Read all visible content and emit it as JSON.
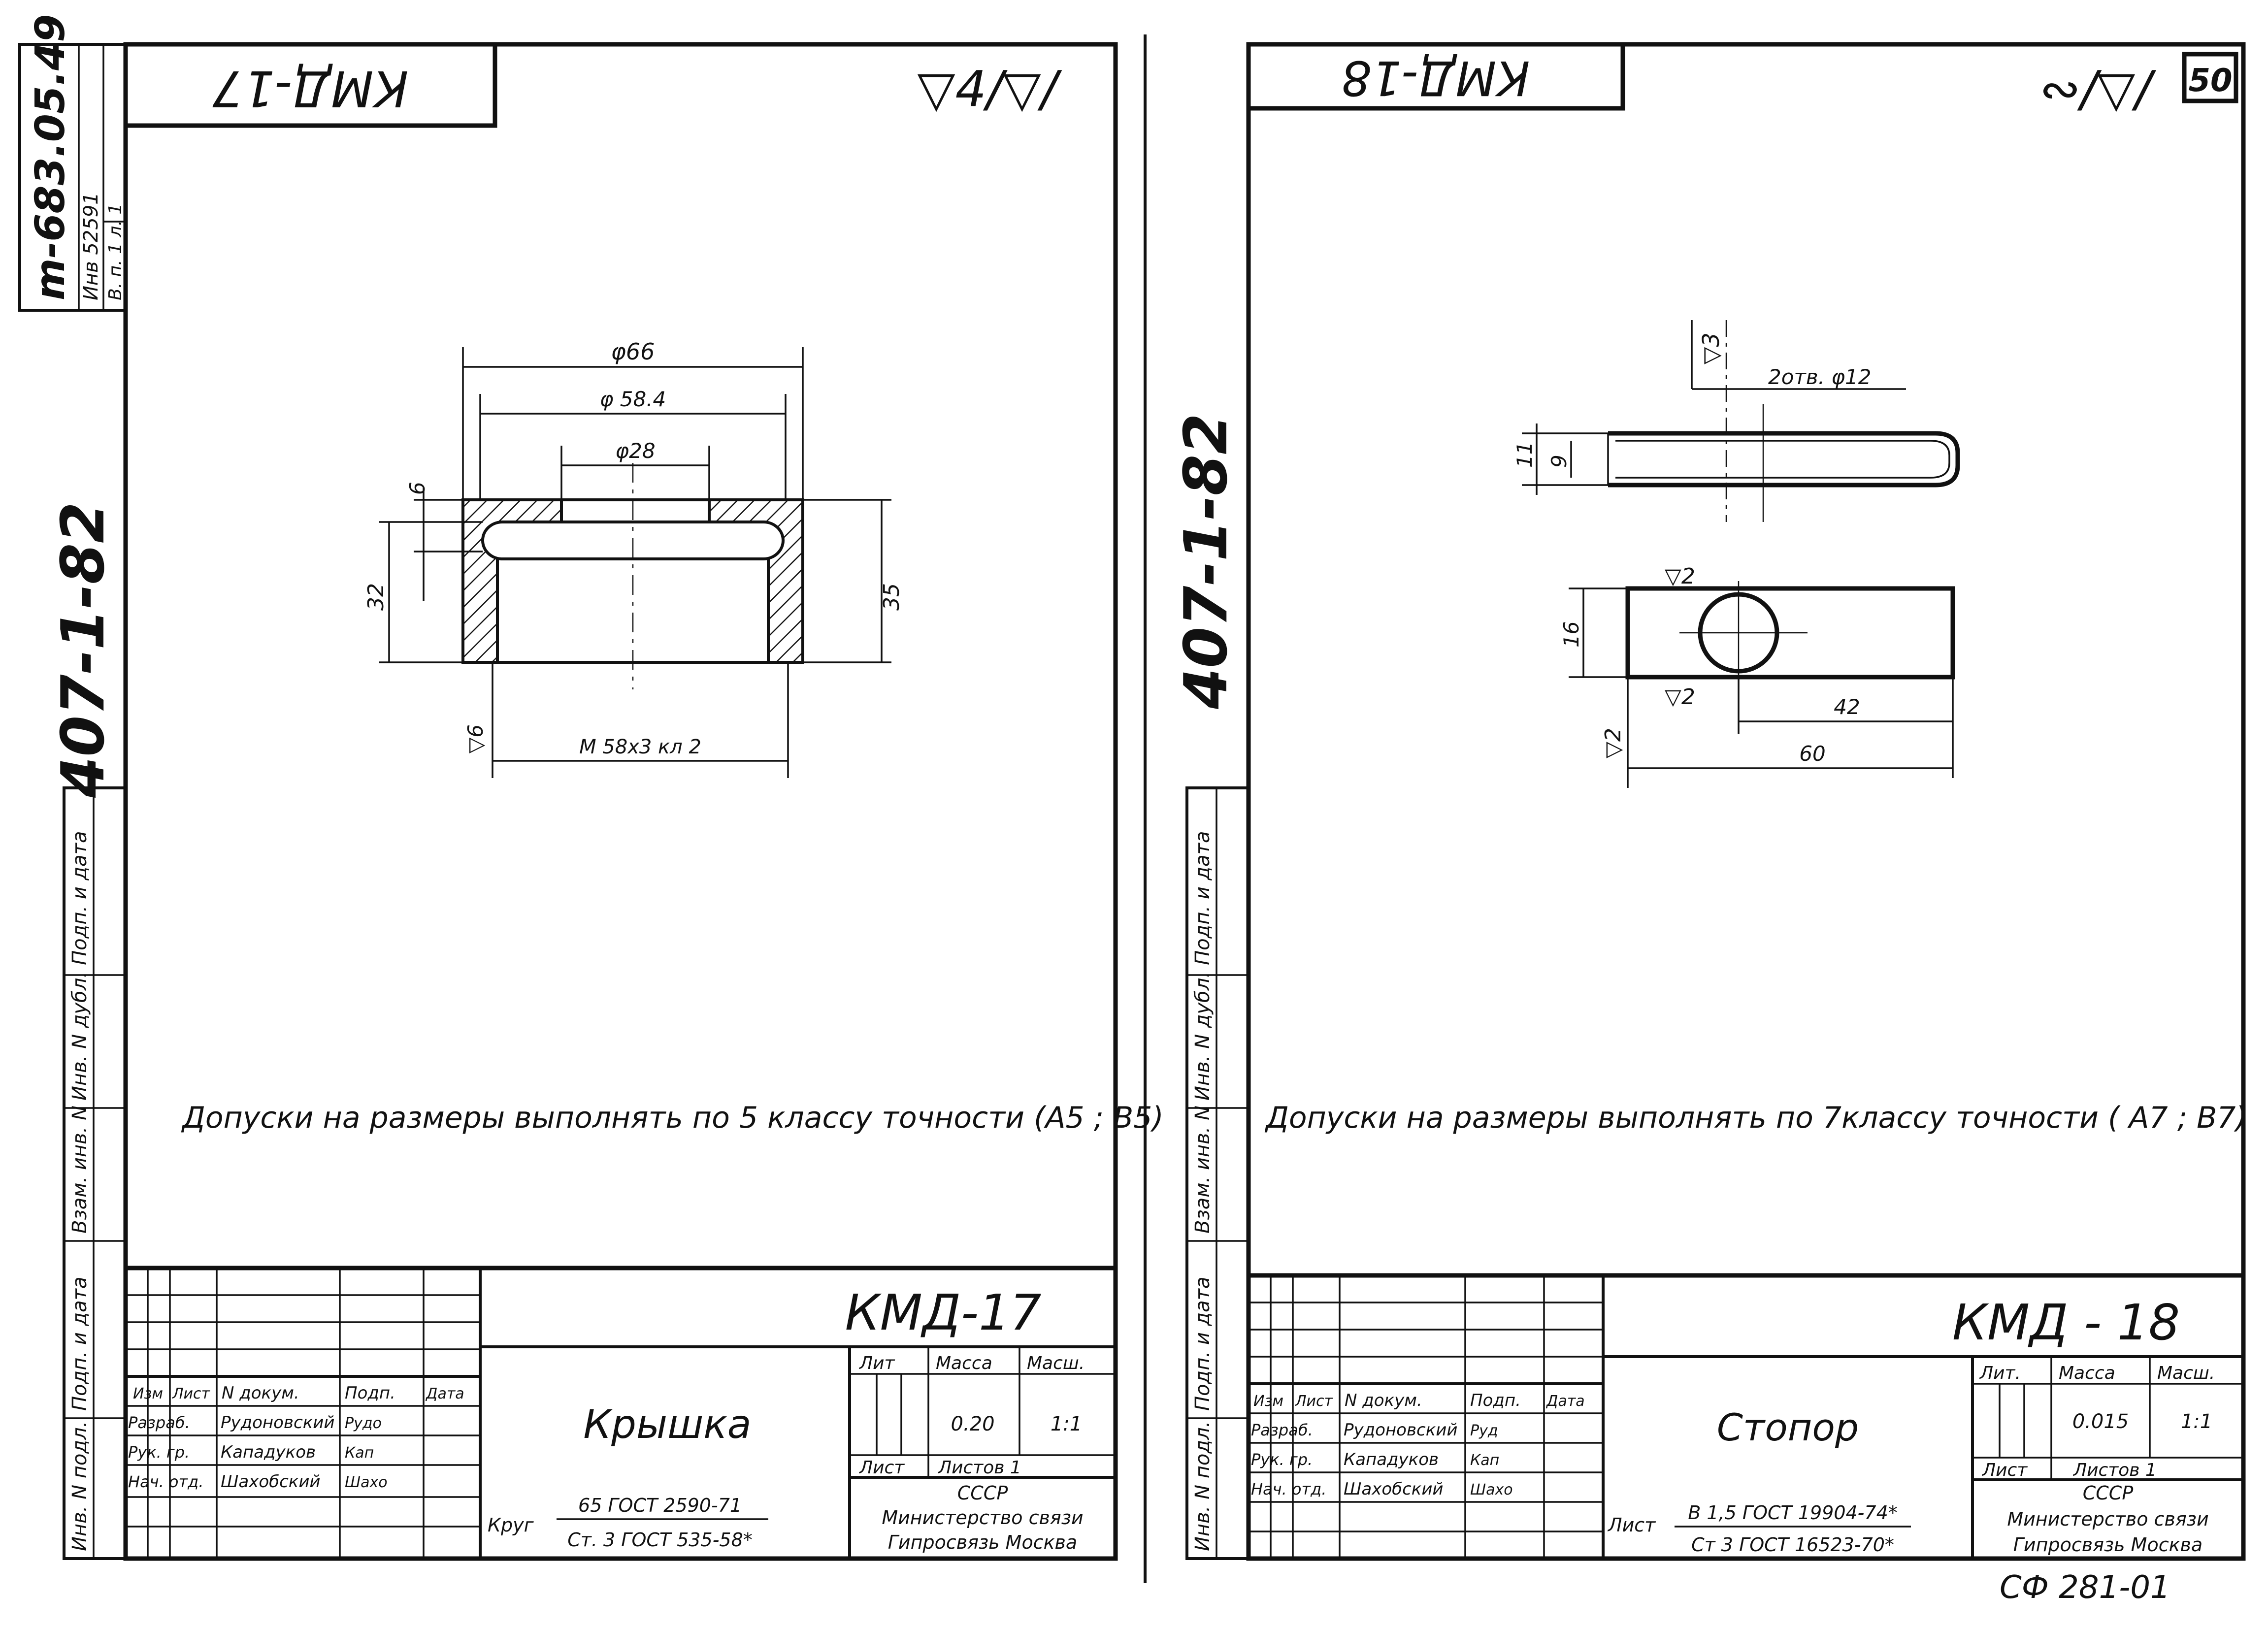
{
  "page_number": "50",
  "bottom_code": "СФ 281-01",
  "left_margin": {
    "doc_number": "m-683.05.49",
    "inv_row": "Инв 52591",
    "vp_row": "В. п. 1 л. 1",
    "series": "407-1-82",
    "stamp_labels": [
      "Подп. и дата",
      "Инв. N дубл.",
      "Взам. инв. N",
      "Подп. и дата",
      "Инв. N подл."
    ]
  },
  "right_margin": {
    "series": "407-1-82",
    "stamp_labels": [
      "Подп. и дата",
      "Инв. N дубл.",
      "Взам. инв. N",
      "Подп. и дата",
      "Инв. N подл."
    ]
  },
  "sheet_left": {
    "corner_label": "КМД-17",
    "roughness": "▽4/▽/",
    "dims": {
      "d_outer": "φ66",
      "d_mid": "φ 58.4",
      "d_hole": "φ28",
      "wall": "6",
      "h_left": "32",
      "h_right": "35",
      "thread": "М 58х3 кл 2",
      "finish": "▽6"
    },
    "note": "Допуски на размеры выполнять по 5 классу точности (А5 ; В5)",
    "title_block": {
      "code": "КМД-17",
      "name": "Крышка",
      "headers": [
        "Изм",
        "Лист",
        "N докум.",
        "Подп.",
        "Дата"
      ],
      "roles": [
        "Разраб.",
        "Рук. гр.",
        "Нач. отд."
      ],
      "people": [
        "Рудоновский",
        "Кападуков",
        "Шахобский"
      ],
      "signatures": [
        "Рудо",
        "Кап",
        "Шахо"
      ],
      "lit_header": "Лит",
      "mass_header": "Масса",
      "scale_header": "Масш.",
      "mass": "0.20",
      "scale": "1:1",
      "sheet_label": "Лист",
      "sheets_label": "Листов 1",
      "material_label": "Круг",
      "material_line1": "65 ГОСТ 2590-71",
      "material_line2": "Ст. 3 ГОСТ 535-58*",
      "org1": "СССР",
      "org2": "Министерство связи",
      "org3": "Гипросвязь Москва"
    }
  },
  "sheet_right": {
    "corner_label": "КМД-18",
    "roughness": "∾/▽/",
    "dims": {
      "finish_top": "▽3",
      "holes": "2отв. φ12",
      "h_outer": "11",
      "h_inner": "9",
      "finish_mid": "▽2",
      "h_plate": "16",
      "finish_low": "▽2",
      "finish_side": "▽2",
      "l_hole": "42",
      "l_total": "60"
    },
    "note": "Допуски на размеры выполнять по 7классу точности ( А7 ; В7)",
    "title_block": {
      "code": "КМД - 18",
      "name": "Стопор",
      "headers": [
        "Изм",
        "Лист",
        "N докум.",
        "Подп.",
        "Дата"
      ],
      "roles": [
        "Разраб.",
        "Рук. гр.",
        "Нач. отд."
      ],
      "people": [
        "Рудоновский",
        "Кападуков",
        "Шахобский"
      ],
      "signatures": [
        "Руд",
        "Кап",
        "Шахо"
      ],
      "lit_header": "Лит.",
      "mass_header": "Масса",
      "scale_header": "Масш.",
      "mass": "0.015",
      "scale": "1:1",
      "sheet_label": "Лист",
      "sheets_label": "Листов 1",
      "material_label": "Лист",
      "material_line1": "В 1,5 ГОСТ 19904-74*",
      "material_line2": "Ст 3 ГОСТ 16523-70*",
      "org1": "СССР",
      "org2": "Министерство связи",
      "org3": "Гипросвязь Москва"
    }
  }
}
